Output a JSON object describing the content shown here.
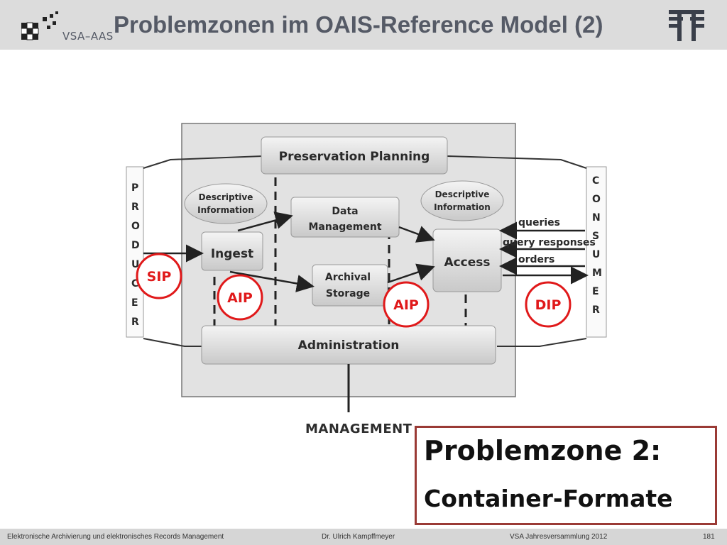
{
  "header": {
    "title": "Problemzonen im OAIS-Reference Model (2)",
    "brand_text": "VSA–AAS",
    "header_bg": "#dcdcdc",
    "title_color": "#555a66"
  },
  "diagram": {
    "producer_letters": [
      "P",
      "R",
      "O",
      "D",
      "U",
      "C",
      "E",
      "R"
    ],
    "consumer_letters": [
      "C",
      "O",
      "N",
      "S",
      "U",
      "M",
      "E",
      "R"
    ],
    "boxes": {
      "preservation_planning": "Preservation Planning",
      "descriptive_info_left": [
        "Descriptive",
        "Information"
      ],
      "descriptive_info_right": [
        "Descriptive",
        "Information"
      ],
      "data_management": [
        "Data",
        "Management"
      ],
      "ingest": "Ingest",
      "access": "Access",
      "archival_storage": [
        "Archival",
        "Storage"
      ],
      "administration": "Administration"
    },
    "flows": {
      "queries": "queries",
      "query_responses": "query responses",
      "orders": "orders"
    },
    "management_label": "MANAGEMENT",
    "package_labels": [
      "SIP",
      "AIP",
      "AIP",
      "DIP"
    ],
    "highlight_color": "#e0191a"
  },
  "callout": {
    "title": "Problemzone 2:",
    "subtitle": "Container-Formate",
    "border_color": "#9a3a35"
  },
  "footer": {
    "left": "Elektronische Archivierung und elektronisches Records Management",
    "center": "Dr. Ulrich Kampffmeyer",
    "right": "VSA Jahresversammlung 2012",
    "page": "181"
  }
}
